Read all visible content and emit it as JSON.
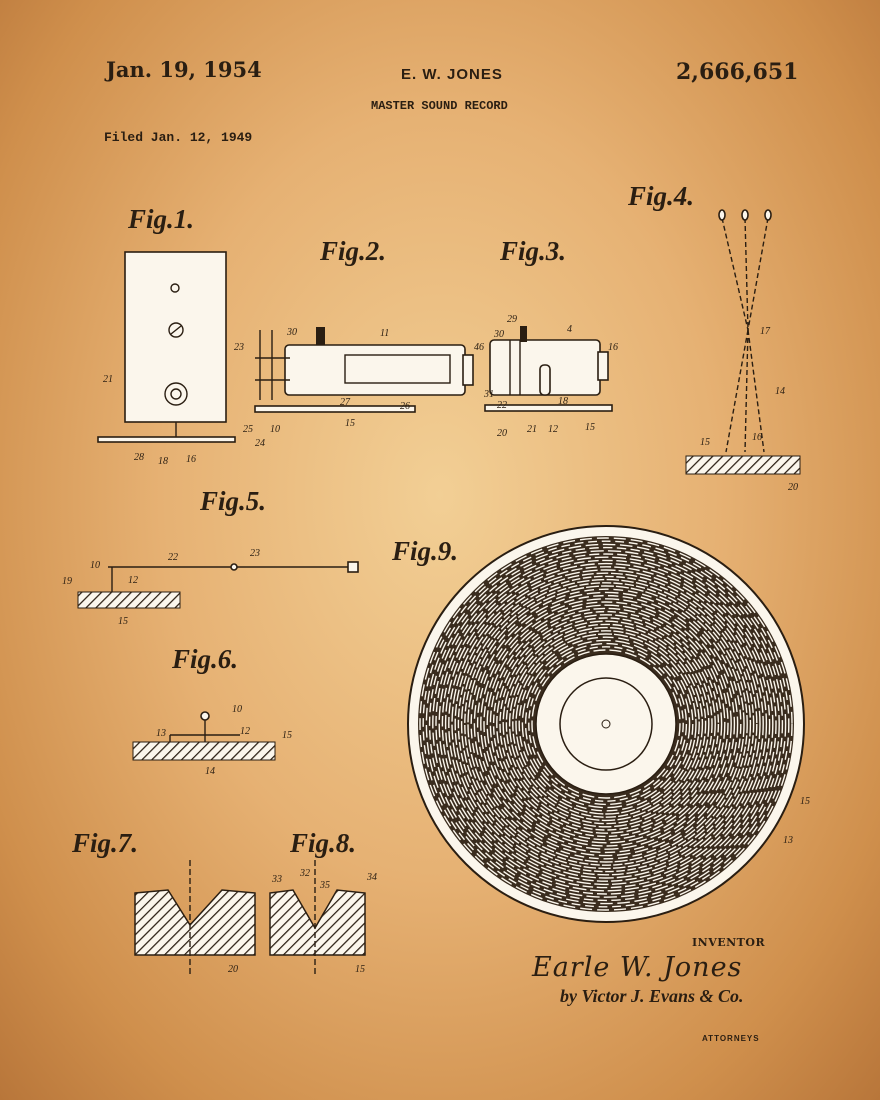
{
  "header": {
    "date": "Jan. 19, 1954",
    "inventor_name": "E. W. JONES",
    "patent_number": "2,666,651",
    "title": "MASTER SOUND RECORD",
    "filed": "Filed Jan. 12, 1949"
  },
  "figures": {
    "fig1": {
      "label": "Fig.1.",
      "refs": [
        "21",
        "28",
        "18",
        "16"
      ]
    },
    "fig2": {
      "label": "Fig.2.",
      "refs": [
        "30",
        "11",
        "23",
        "25",
        "10",
        "24",
        "27",
        "26",
        "15"
      ]
    },
    "fig3": {
      "label": "Fig.3.",
      "refs": [
        "29",
        "4",
        "30",
        "46",
        "31",
        "22",
        "20",
        "21",
        "12",
        "18",
        "15",
        "16"
      ]
    },
    "fig4": {
      "label": "Fig.4.",
      "refs": [
        "17",
        "14",
        "15",
        "16",
        "20"
      ]
    },
    "fig5": {
      "label": "Fig.5.",
      "refs": [
        "19",
        "10",
        "12",
        "22",
        "23",
        "15"
      ]
    },
    "fig6": {
      "label": "Fig.6.",
      "refs": [
        "13",
        "10",
        "12",
        "15",
        "14"
      ]
    },
    "fig7": {
      "label": "Fig.7.",
      "refs": [
        "20"
      ]
    },
    "fig8": {
      "label": "Fig.8.",
      "refs": [
        "33",
        "32",
        "35",
        "34",
        "15"
      ]
    },
    "fig9": {
      "label": "Fig.9.",
      "refs": [
        "15",
        "13"
      ]
    }
  },
  "footer": {
    "inventor_label": "INVENTOR",
    "inventor_signature": "Earle W. Jones",
    "attorney_signature": "by Victor J. Evans & Co.",
    "attorneys_label": "ATTORNEYS"
  },
  "colors": {
    "paper": "#e6b173",
    "ink": "#2a1e12",
    "drawing_fill": "#fbf6ec"
  }
}
